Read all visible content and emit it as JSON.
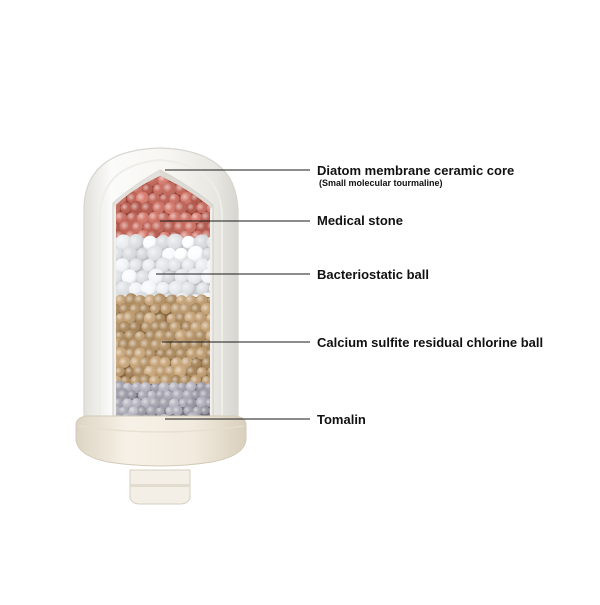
{
  "diagram": {
    "colors": {
      "housing": "#f4f3ef",
      "housing_edge": "#dcdad4",
      "base": "#efe8dc",
      "leader": "#1a1a1a",
      "medical_stone": "#c4675a",
      "bacteriostatic": "#e9ecef",
      "calcium_sulfite": "#b9966a",
      "tomalin": "#a9a8b4"
    },
    "labels": [
      {
        "text": "Diatom membrane ceramic core",
        "note": "(Small molecular tourmaline)"
      },
      {
        "text": "Medical stone"
      },
      {
        "text": "Bacteriostatic ball"
      },
      {
        "text": "Calcium sulfite residual chlorine ball"
      },
      {
        "text": "Tomalin"
      }
    ]
  }
}
